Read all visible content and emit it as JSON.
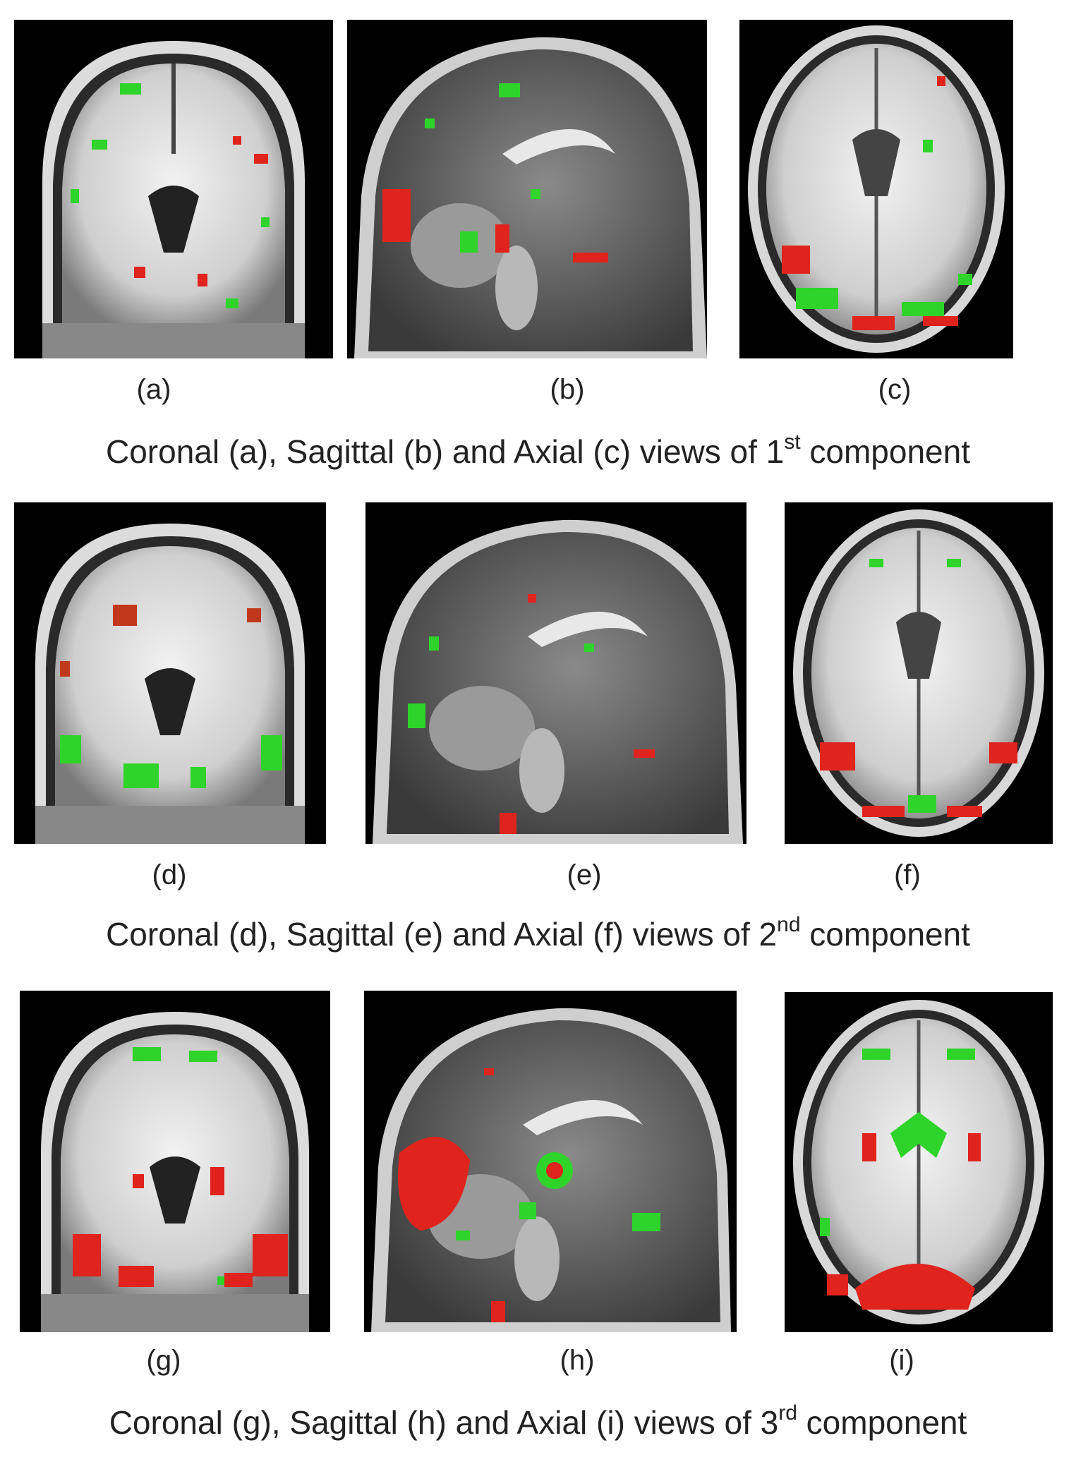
{
  "colors": {
    "positive_overlay": "#e0231c",
    "negative_overlay": "#2fd42a",
    "background": "#000000",
    "text": "#222222"
  },
  "rows": [
    {
      "panels": [
        {
          "label": "(a)",
          "view": "coronal"
        },
        {
          "label": "(b)",
          "view": "sagittal"
        },
        {
          "label": "(c)",
          "view": "axial"
        }
      ],
      "caption": {
        "pre": "Coronal (a), Sagittal (b) and Axial (c) views of 1",
        "sup": "st",
        "post": " component"
      }
    },
    {
      "panels": [
        {
          "label": "(d)",
          "view": "coronal"
        },
        {
          "label": "(e)",
          "view": "sagittal"
        },
        {
          "label": "(f)",
          "view": "axial"
        }
      ],
      "caption": {
        "pre": "Coronal (d), Sagittal (e) and Axial (f) views of 2",
        "sup": "nd",
        "post": " component"
      }
    },
    {
      "panels": [
        {
          "label": "(g)",
          "view": "coronal"
        },
        {
          "label": "(h)",
          "view": "sagittal"
        },
        {
          "label": "(i)",
          "view": "axial"
        }
      ],
      "caption": {
        "pre": "Coronal (g), Sagittal (h) and Axial (i) views of 3",
        "sup": "rd",
        "post": " component"
      }
    }
  ]
}
